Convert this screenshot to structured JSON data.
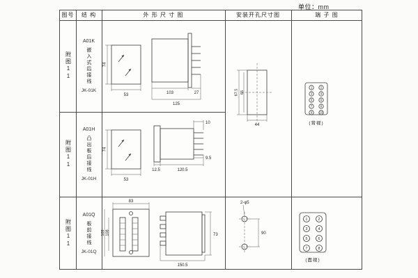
{
  "page": {
    "unit": "单位：mm"
  },
  "headers": {
    "fig": "图号",
    "structure": "结 构",
    "outline": "外 形 尺 寸 图",
    "mounting": "安装开孔尺寸图",
    "terminal": "端 子 图"
  },
  "rows": [
    {
      "fig": "附图11",
      "model": "A01K",
      "desc": "嵌入式后接线",
      "code": "JK-01K",
      "dims": {
        "height": "74",
        "width": "53",
        "body": "103",
        "tail": "27",
        "total": "125"
      }
    },
    {
      "fig": "附图11",
      "model": "A01H",
      "desc": "凸出板后接线",
      "code": "JK-01H",
      "dims": {
        "height": "74",
        "width": "53",
        "pin": "10",
        "rear": "9.5",
        "bezel": "12.5",
        "total": "120.5"
      }
    },
    {
      "fig": "附图11",
      "model": "A01Q",
      "desc": "板前接线",
      "code": "JK-01Q",
      "dims": {
        "width": "83",
        "height_inner": "108",
        "height": "109",
        "side_height": "73",
        "total": "150.5"
      }
    }
  ],
  "mounting": {
    "cutout": {
      "height": "67.5",
      "height_inner": "65",
      "width": "44"
    },
    "holes": {
      "label": "2-φ5",
      "pitch": "90"
    }
  },
  "terminals": {
    "back": {
      "label": "(背视)",
      "numbers": [
        "1",
        "2",
        "3",
        "4",
        "5",
        "6",
        "7",
        "8",
        "9",
        "10"
      ]
    },
    "front": {
      "label": "(面视)",
      "numbers": [
        "1",
        "2",
        "3",
        "4",
        "5",
        "6",
        "7",
        "8"
      ]
    }
  }
}
